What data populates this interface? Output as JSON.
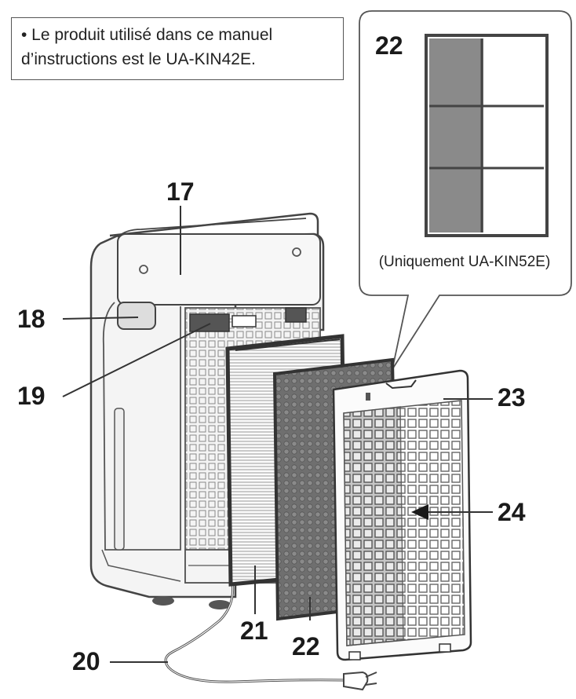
{
  "note": {
    "lines": [
      "• Le produit utilisé dans ce manuel",
      "d’instructions est le UA-KIN42E."
    ]
  },
  "inset": {
    "number": "22",
    "caption": "(Uniquement UA-KIN52E)"
  },
  "callouts": {
    "c17": "17",
    "c18": "18",
    "c19": "19",
    "c20": "20",
    "c21": "21",
    "c22": "22",
    "c23": "23",
    "c24": "24"
  },
  "colors": {
    "line": "#333333",
    "outline": "#444444",
    "body": "#f4f4f4",
    "dark_filter": "#777777",
    "grid": "#888888"
  }
}
